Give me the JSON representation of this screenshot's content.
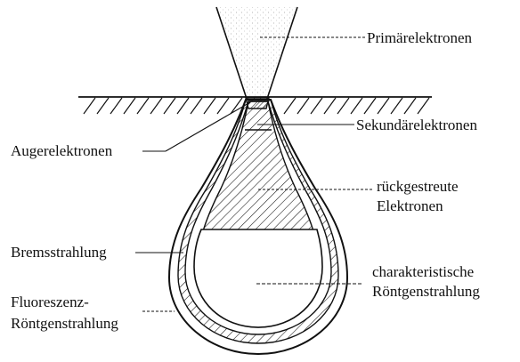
{
  "labels": {
    "primary": "Primärelektronen",
    "secondary": "Sekundärelektronen",
    "auger": "Augerelektronen",
    "backscattered_1": "rückgestreute",
    "backscattered_2": "Elektronen",
    "bremsstrahlung": "Bremsstrahlung",
    "characteristic_1": "charakteristische",
    "characteristic_2": "Röntgenstrahlung",
    "fluorescence_1": "Fluoreszenz-",
    "fluorescence_2": "Röntgenstrahlung"
  },
  "colors": {
    "ink": "#111111",
    "background": "#ffffff",
    "beam_dots": "#9a9a9a"
  }
}
